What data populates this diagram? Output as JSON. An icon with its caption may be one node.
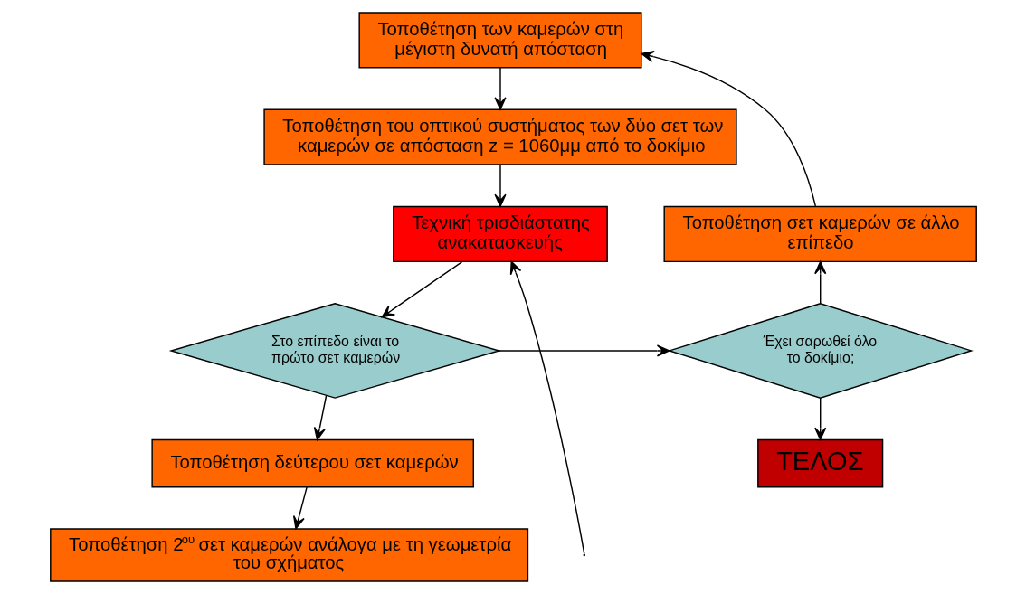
{
  "diagram": {
    "nodes": [
      {
        "text": [
          "Τοποθέτηση των καμερών στη μέγιστη δυνατή απόσταση"
        ]
      },
      {
        "text": [
          "Τοποθέτηση του οπτικού συστήματος των δύο σετ των καμερών σε απόσταση z = 1060μμ από το δοκίμιο"
        ]
      },
      {
        "text": [
          "Τεχνική τρισδιάστατης ανακατασκευής"
        ]
      },
      {
        "text": [
          "Στο επίπεδο είναι το πρώτο σετ καμερών"
        ]
      },
      {
        "text": [
          "Τοποθέτηση δεύτερου σετ καμερών"
        ]
      },
      {
        "text": [
          "Τοποθέτηση 2$^{ου}$ σετ καμερών ανάλογα με τη γεωμετρία του σχήματος"
        ]
      },
      {
        "text": [
          "Έχει σαρωθεί όλο το δοκίμιο;"
        ]
      },
      {
        "text": [
          "Τοποθέτηση σετ καμερών σε άλλο επίπεδο"
        ]
      },
      {
        "text": [
          "ΤΕΛΟΣ"
        ]
      }
    ],
    "edges": [
      {
        "from": 0,
        "to": 1,
        "arrow": "to"
      },
      {
        "from": 1,
        "to": 2,
        "arrow": "to"
      },
      {
        "from": 2,
        "to": 3,
        "arrow": "to"
      },
      {
        "from": 3,
        "to": 4,
        "arrow": "to"
      },
      {
        "from": 4,
        "to": 5,
        "arrow": "to"
      },
      {
        "from": null,
        "to": 2,
        "arrow": "to"
      },
      {
        "from": 3,
        "to": 6,
        "arrow": "to"
      },
      {
        "from": 6,
        "to": 8,
        "arrow": "to"
      },
      {
        "from": 6,
        "to": 7,
        "arrow": "to"
      },
      {
        "from": 7,
        "to": 0,
        "arrow": "to"
      }
    ]
  }
}
